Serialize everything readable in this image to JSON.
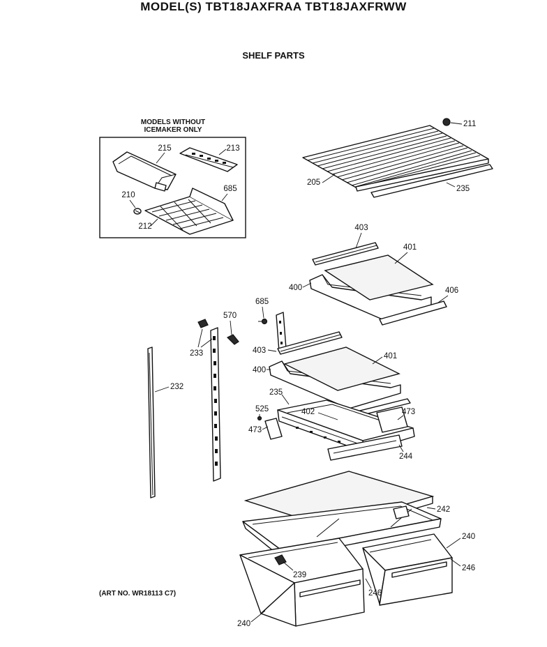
{
  "header": {
    "title": "MODEL(S) TBT18JAXFRAA  TBT18JAXFRWW",
    "subtitle": "SHELF PARTS"
  },
  "inset": {
    "title_line1": "MODELS WITHOUT",
    "title_line2": "ICEMAKER ONLY"
  },
  "callouts": {
    "c215": "215",
    "c213": "213",
    "c210": "210",
    "c685a": "685",
    "c212": "212",
    "c211": "211",
    "c205": "205",
    "c235a": "235",
    "c403a": "403",
    "c401a": "401",
    "c400a": "400",
    "c406": "406",
    "c685b": "685",
    "c570": "570",
    "c233": "233",
    "c403b": "403",
    "c401b": "401",
    "c400b": "400",
    "c235b": "235",
    "c232": "232",
    "c525": "525",
    "c402": "402",
    "c473a": "473",
    "c473b": "473",
    "c244": "244",
    "c242": "242",
    "c240a": "240",
    "c246a": "246",
    "c239": "239",
    "c246b": "246",
    "c240b": "240"
  },
  "footer": {
    "art_no": "(ART NO. WR18113 C7)"
  }
}
